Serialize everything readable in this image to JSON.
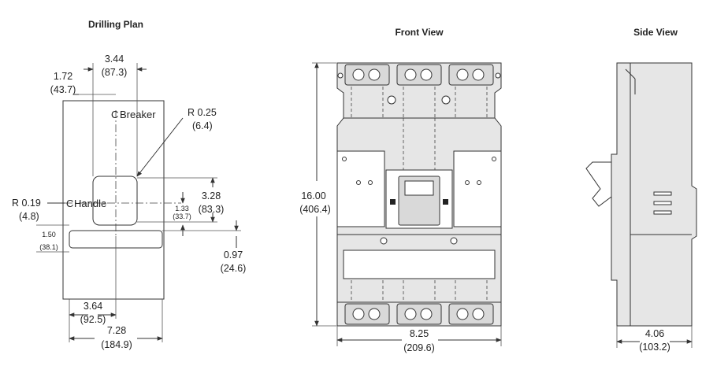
{
  "drilling_plan": {
    "title": "Drilling Plan",
    "breaker_label": "Breaker",
    "handle_label": "Handle",
    "centerline_symbol": "C",
    "dims": {
      "d1_in": "3.44",
      "d1_mm": "(87.3)",
      "d2_in": "1.72",
      "d2_mm": "(43.7)",
      "r1_in": "R 0.25",
      "r1_mm": "(6.4)",
      "d3_in": "3.28",
      "d3_mm": "(83.3)",
      "d4_in": "1.33",
      "d4_mm": "(33.7)",
      "r2_in": "R 0.19",
      "r2_mm": "(4.8)",
      "d5_in": "1.50",
      "d5_mm": "(38.1)",
      "d6_in": "0.97",
      "d6_mm": "(24.6)",
      "d7_in": "3.64",
      "d7_mm": "(92.5)",
      "d8_in": "7.28",
      "d8_mm": "(184.9)"
    }
  },
  "front_view": {
    "title": "Front View",
    "height_in": "16.00",
    "height_mm": "(406.4)",
    "width_in": "8.25",
    "width_mm": "(209.6)"
  },
  "side_view": {
    "title": "Side View",
    "depth_in": "4.06",
    "depth_mm": "(103.2)"
  }
}
